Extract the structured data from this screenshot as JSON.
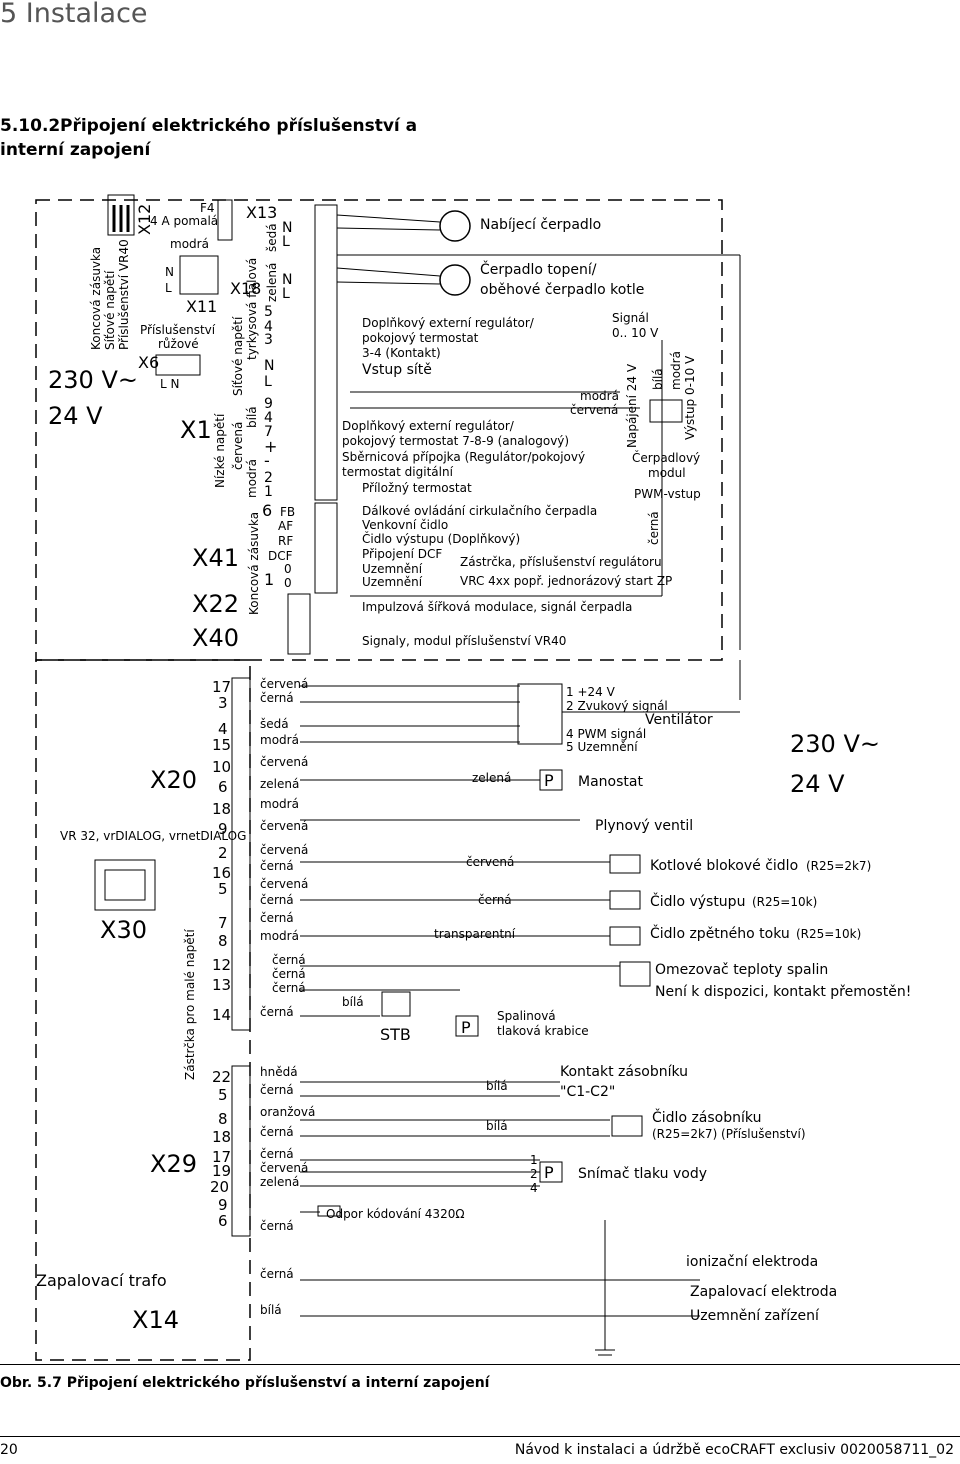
{
  "header": {
    "section": "5 Instalace"
  },
  "subsection": {
    "number": "5.10.2",
    "title": "Připojení elektrického příslušenství a interní zapojení"
  },
  "left_panel": {
    "vr40_labels": [
      "Koncová zásuvka",
      "Síťové napětí",
      "Příslušenství VR40"
    ],
    "v230": "230 V~",
    "v24": "24 V",
    "vr32": "VR 32, vrDIALOG, vrnetDIALOG",
    "x30": "X30",
    "zapalovaci": "Zapalovací trafo",
    "x14": "X14",
    "zastrcka_male": "Zástrčka pro malé napětí"
  },
  "connectors": {
    "x12": "X12",
    "f4": "F4",
    "fuse": "4 A pomalá",
    "modra": "modrá",
    "n": "N",
    "l": "L",
    "x11": "X11",
    "prisl1": "Příslušenství",
    "prisl2": "růžové",
    "x6": "X6",
    "ln": "L N",
    "x1": "X1",
    "x13": "X13",
    "x18": "X18",
    "x41": "X41",
    "x22": "X22",
    "x40": "X40",
    "sitove": "Síťové napětí",
    "nizke": "Nízké napětí",
    "koncova": "Koncová zásuvka",
    "seda": "šedá",
    "zelena": "zelená",
    "tyrkys": "tyrkysová fialová",
    "bila": "bílá",
    "cervena": "červená",
    "modra2": "modrá",
    "x20": "X20",
    "x29": "X29"
  },
  "terminals_upper": [
    "N",
    "L",
    "N",
    "L",
    "5",
    "4",
    "3",
    "N",
    "L",
    "9",
    "4",
    "7",
    "+",
    "-",
    "2",
    "1"
  ],
  "terminals_x41": [
    "6",
    "FB",
    "AF",
    "RF",
    "DCF",
    "0",
    "1",
    "0"
  ],
  "x20_pins": [
    "17",
    "3",
    "4",
    "15",
    "10",
    "6",
    "18",
    "9",
    "2",
    "16",
    "5",
    "7",
    "8",
    "12",
    "13",
    "14"
  ],
  "x20_colors": [
    "červená",
    "černá",
    "šedá",
    "modrá",
    "červená",
    "zelená",
    "modrá",
    "červená",
    "červená",
    "černá",
    "červená",
    "černá",
    "černá",
    "modrá",
    "černá",
    "černá",
    "černá",
    "černá"
  ],
  "x29_pins": [
    "22",
    "5",
    "8",
    "18",
    "17",
    "19",
    "20",
    "9",
    "6"
  ],
  "x29_colors": [
    "hnědá",
    "černá",
    "oranžová",
    "černá",
    "černá",
    "červená",
    "zelená",
    "černá"
  ],
  "x14_colors": [
    "černá",
    "bílá"
  ],
  "right_labels": {
    "nabijeci": "Nabíjecí čerpadlo",
    "cerpadlo1": "Čerpadlo topení/",
    "cerpadlo2": "oběhové čerpadlo kotle",
    "regulator1": "Doplňkový externí regulátor/",
    "regulator2": "pokojový termostat",
    "regulator3": "3-4 (Kontakt)",
    "vstup": "Vstup sítě",
    "signal1": "Signál",
    "signal2": "0.. 10 V",
    "bila": "bílá",
    "modra": "modrá",
    "modra_cervena1": "modrá",
    "modra_cervena2": "červená",
    "napajeni": "Napájení 24 V",
    "vystup": "Výstup 0-10 V",
    "ext1": "Doplňkový externí regulátor/",
    "ext2": "pokojový termostat 7-8-9 (analogový)",
    "ext3": "Sběrnicová přípojka (Regulátor/pokojový",
    "ext4": "termostat digitální",
    "ext5": "Příložný termostat",
    "cerpadlovy1": "Čerpadlový",
    "cerpadlovy2": "modul",
    "pwm": "PWM-vstup",
    "cerna": "černá",
    "dalkove": "Dálkové ovládání cirkulačního čerpadla",
    "venkovni": "Venkovní čidlo",
    "cidlo_vystupu": "Čidlo výstupu (Doplňkový)",
    "dcf": "Připojení DCF",
    "uzemneni1": "Uzemnění",
    "uzemneni2": "Uzemnění",
    "zastrcka1": "Zástrčka, příslušenství regulátoru",
    "zastrcka2": "VRC 4xx popř. jednorázový start ZP",
    "impulzova": "Impulzová šířková modulace, signál čerpadla",
    "signaly": "Signaly, modul příslušenství VR40"
  },
  "lower_labels": {
    "fan1": "1 +24 V",
    "fan2": "2  Zvukový signál",
    "ventilator": "Ventilátor",
    "fan4": "4  PWM signál",
    "fan5": "5  Uzemnění",
    "v230": "230 V~",
    "v24": "24 V",
    "zelena": "zelená",
    "manostat": "Manostat",
    "plynovy": "Plynový ventil",
    "cervena": "červená",
    "kotlove": "Kotlové blokové čidlo",
    "kotlove_r": "(R25=2k7)",
    "cerna": "černá",
    "cidlo_vystupu": "Čidlo výstupu",
    "cidlo_vystupu_r": "(R25=10k)",
    "transparentni": "transparentní",
    "cidlo_zpetneho": "Čidlo zpětného toku",
    "cidlo_zpetneho_r": "(R25=10k)",
    "omezovac": "Omezovač teploty spalin",
    "neni": "Není k dispozici, kontakt přemostěn!",
    "bila": "bílá",
    "stb": "STB",
    "spalinova1": "Spalinová",
    "spalinova2": "tlaková krabice",
    "bila2": "bílá",
    "kontakt1": "Kontakt zásobníku",
    "kontakt2": "\"C1-C2\"",
    "bila3": "bílá",
    "cidlo_zasobniku": "Čidlo zásobníku",
    "cidlo_zasobniku_r": "(R25=2k7) (Příslušenství)",
    "p1": "1",
    "p2": "2",
    "p4": "4",
    "snimac": "Snímač tlaku vody",
    "odpor": "Odpor kódování 4320Ω",
    "ionizacni": "ionizační elektroda",
    "zapalovaci": "Zapalovací elektroda",
    "uzemneni": "Uzemnění zařízení"
  },
  "caption": "Obr. 5.7 Připojení elektrického příslušenství a interní zapojení",
  "footer": {
    "page": "20",
    "manual": "Návod k instalaci a údržbě ecoCRAFT exclusiv 0020058711_02"
  }
}
